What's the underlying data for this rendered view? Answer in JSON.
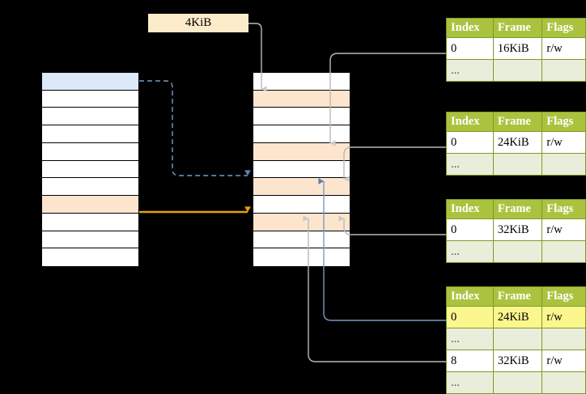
{
  "diagram": {
    "title_box": {
      "label": "4KiB"
    },
    "colors": {
      "header_green": "#aac33f",
      "row_alt_green": "#e8eeda",
      "highlight_yellow": "#fbf68d",
      "highlight_blue": "#dce9f9",
      "highlight_orange": "#fde5cd",
      "label_box": "#fdecca",
      "wire_gray": "#b3b3b3",
      "wire_blue": "#7799c8",
      "wire_orange": "#e8a200"
    },
    "left_column": {
      "name": "page-directory-column",
      "cells": [
        {
          "highlight": "blue"
        },
        {
          "highlight": "none"
        },
        {
          "highlight": "none"
        },
        {
          "highlight": "none"
        },
        {
          "highlight": "none"
        },
        {
          "highlight": "none"
        },
        {
          "highlight": "none"
        },
        {
          "highlight": "orange"
        },
        {
          "highlight": "none"
        },
        {
          "highlight": "none"
        },
        {
          "highlight": "none"
        }
      ]
    },
    "middle_column": {
      "name": "page-table-column",
      "cells": [
        {
          "highlight": "none"
        },
        {
          "highlight": "orange"
        },
        {
          "highlight": "none"
        },
        {
          "highlight": "none"
        },
        {
          "highlight": "orange"
        },
        {
          "highlight": "none"
        },
        {
          "highlight": "orange"
        },
        {
          "highlight": "none"
        },
        {
          "highlight": "orange"
        },
        {
          "highlight": "none"
        },
        {
          "highlight": "none"
        }
      ]
    },
    "tables": [
      {
        "name": "page-table-1",
        "headers": [
          "Index",
          "Frame",
          "Flags"
        ],
        "rows": [
          {
            "cells": [
              "0",
              "16KiB",
              "r/w"
            ],
            "style": "plain",
            "highlight": [
              false,
              false,
              false
            ]
          },
          {
            "cells": [
              "...",
              "",
              ""
            ],
            "style": "dots",
            "highlight": [
              false,
              false,
              false
            ]
          }
        ]
      },
      {
        "name": "page-table-2",
        "headers": [
          "Index",
          "Frame",
          "Flags"
        ],
        "rows": [
          {
            "cells": [
              "0",
              "24KiB",
              "r/w"
            ],
            "style": "plain",
            "highlight": [
              false,
              false,
              false
            ]
          },
          {
            "cells": [
              "...",
              "",
              ""
            ],
            "style": "dots",
            "highlight": [
              false,
              false,
              false
            ]
          }
        ]
      },
      {
        "name": "page-table-3",
        "headers": [
          "Index",
          "Frame",
          "Flags"
        ],
        "rows": [
          {
            "cells": [
              "0",
              "32KiB",
              "r/w"
            ],
            "style": "plain",
            "highlight": [
              false,
              false,
              false
            ]
          },
          {
            "cells": [
              "...",
              "",
              ""
            ],
            "style": "dots",
            "highlight": [
              false,
              false,
              false
            ]
          }
        ]
      },
      {
        "name": "page-table-4",
        "headers": [
          "Index",
          "Frame",
          "Flags"
        ],
        "rows": [
          {
            "cells": [
              "0",
              "24KiB",
              "r/w"
            ],
            "style": "plain",
            "highlight": [
              true,
              true,
              true
            ]
          },
          {
            "cells": [
              "...",
              "",
              ""
            ],
            "style": "dots",
            "highlight": [
              false,
              false,
              false
            ]
          },
          {
            "cells": [
              "8",
              "32KiB",
              "r/w"
            ],
            "style": "plain",
            "highlight": [
              false,
              false,
              false
            ]
          },
          {
            "cells": [
              "...",
              "",
              ""
            ],
            "style": "dots",
            "highlight": [
              false,
              false,
              false
            ]
          }
        ]
      }
    ]
  }
}
